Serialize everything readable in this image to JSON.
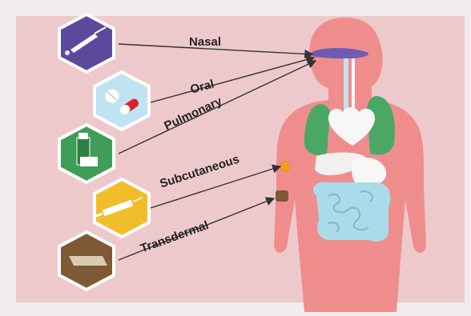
{
  "routes": [
    {
      "label": "Nasal",
      "icon": "nasal-spray-icon",
      "color": "#5b4a9c"
    },
    {
      "label": "Oral",
      "icon": "pill-capsule-icon",
      "color": "#bfe3f2"
    },
    {
      "label": "Pulmonary",
      "icon": "inhaler-icon",
      "color": "#3f9d57"
    },
    {
      "label": "Subcutaneous",
      "icon": "syringe-icon",
      "color": "#f2bd2a"
    },
    {
      "label": "Transdermal",
      "icon": "patch-icon",
      "color": "#7d5a35"
    }
  ],
  "colors": {
    "background": "#eec9cb",
    "body": "#ef8d8d",
    "lungs": "#4aa864",
    "intestine": "#a9dbe9",
    "nasal_cavity": "#6d5cb2"
  }
}
